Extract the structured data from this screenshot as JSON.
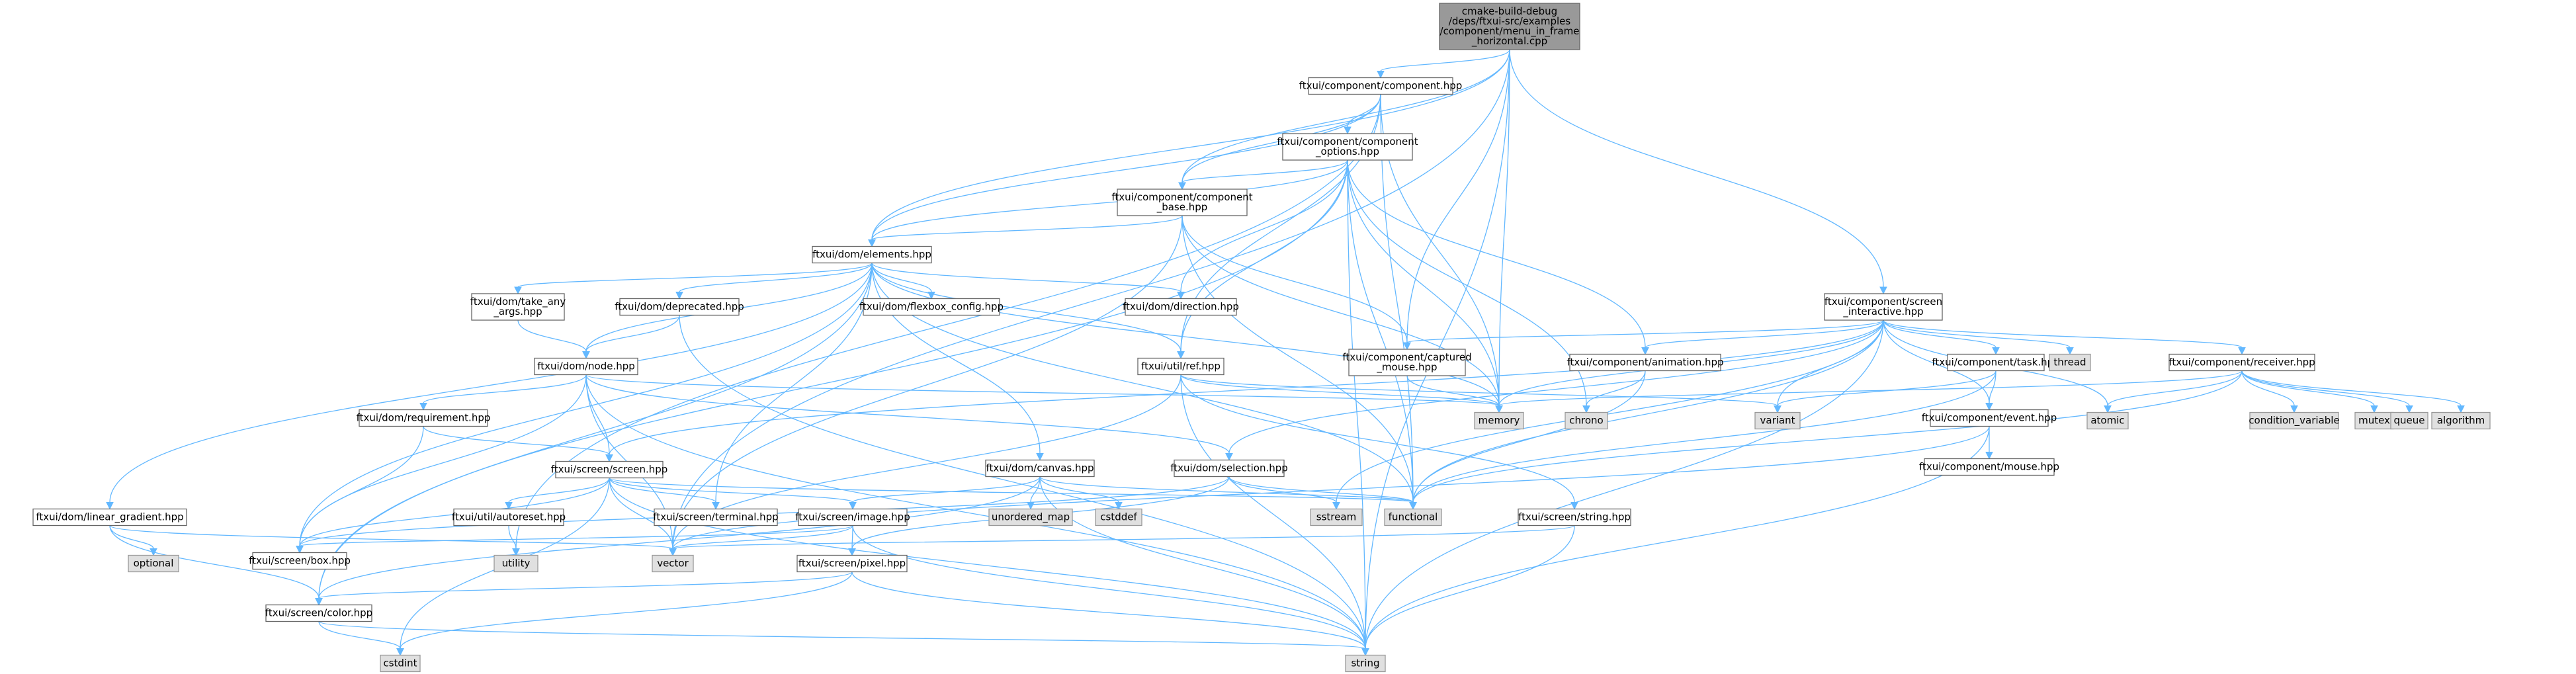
{
  "root_label": "cmake-build-debug/deps/ftxui-src/examples/component/menu_in_frame_horizontal.cpp",
  "colors": {
    "edge": "#63b8ff",
    "root_fill": "#999999",
    "system_fill": "#e0e0e0",
    "node_border": "#666666"
  },
  "nodes": [
    {
      "id": "root",
      "kind": "root",
      "lines": [
        "cmake-build-debug",
        "/deps/ftxui-src/examples",
        "/component/menu_in_frame",
        "_horizontal.cpp"
      ]
    },
    {
      "id": "component",
      "kind": "local",
      "lines": [
        "ftxui/component/component.hpp"
      ]
    },
    {
      "id": "component_options",
      "kind": "local",
      "lines": [
        "ftxui/component/component",
        "_options.hpp"
      ]
    },
    {
      "id": "component_base",
      "kind": "local",
      "lines": [
        "ftxui/component/component",
        "_base.hpp"
      ]
    },
    {
      "id": "elements",
      "kind": "local",
      "lines": [
        "ftxui/dom/elements.hpp"
      ]
    },
    {
      "id": "screen_interactive",
      "kind": "local",
      "lines": [
        "ftxui/component/screen",
        "_interactive.hpp"
      ]
    },
    {
      "id": "take_any_args",
      "kind": "local",
      "lines": [
        "ftxui/dom/take_any",
        "_args.hpp"
      ]
    },
    {
      "id": "deprecated",
      "kind": "local",
      "lines": [
        "ftxui/dom/deprecated.hpp"
      ]
    },
    {
      "id": "flexbox_config",
      "kind": "local",
      "lines": [
        "ftxui/dom/flexbox_config.hpp"
      ]
    },
    {
      "id": "direction",
      "kind": "local",
      "lines": [
        "ftxui/dom/direction.hpp"
      ]
    },
    {
      "id": "captured_mouse",
      "kind": "local",
      "lines": [
        "ftxui/component/captured",
        "_mouse.hpp"
      ]
    },
    {
      "id": "animation",
      "kind": "local",
      "lines": [
        "ftxui/component/animation.hpp"
      ]
    },
    {
      "id": "task",
      "kind": "local",
      "lines": [
        "ftxui/component/task.hpp"
      ]
    },
    {
      "id": "receiver",
      "kind": "local",
      "lines": [
        "ftxui/component/receiver.hpp"
      ]
    },
    {
      "id": "node",
      "kind": "local",
      "lines": [
        "ftxui/dom/node.hpp"
      ]
    },
    {
      "id": "ref",
      "kind": "local",
      "lines": [
        "ftxui/util/ref.hpp"
      ]
    },
    {
      "id": "requirement",
      "kind": "local",
      "lines": [
        "ftxui/dom/requirement.hpp"
      ]
    },
    {
      "id": "event",
      "kind": "local",
      "lines": [
        "ftxui/component/event.hpp"
      ]
    },
    {
      "id": "mouse",
      "kind": "local",
      "lines": [
        "ftxui/component/mouse.hpp"
      ]
    },
    {
      "id": "screen",
      "kind": "local",
      "lines": [
        "ftxui/screen/screen.hpp"
      ]
    },
    {
      "id": "canvas",
      "kind": "local",
      "lines": [
        "ftxui/dom/canvas.hpp"
      ]
    },
    {
      "id": "selection",
      "kind": "local",
      "lines": [
        "ftxui/dom/selection.hpp"
      ]
    },
    {
      "id": "linear_gradient",
      "kind": "local",
      "lines": [
        "ftxui/dom/linear_gradient.hpp"
      ]
    },
    {
      "id": "autoreset",
      "kind": "local",
      "lines": [
        "ftxui/util/autoreset.hpp"
      ]
    },
    {
      "id": "terminal",
      "kind": "local",
      "lines": [
        "ftxui/screen/terminal.hpp"
      ]
    },
    {
      "id": "image",
      "kind": "local",
      "lines": [
        "ftxui/screen/image.hpp"
      ]
    },
    {
      "id": "string_hpp",
      "kind": "local",
      "lines": [
        "ftxui/screen/string.hpp"
      ]
    },
    {
      "id": "box",
      "kind": "local",
      "lines": [
        "ftxui/screen/box.hpp"
      ]
    },
    {
      "id": "pixel",
      "kind": "local",
      "lines": [
        "ftxui/screen/pixel.hpp"
      ]
    },
    {
      "id": "color",
      "kind": "local",
      "lines": [
        "ftxui/screen/color.hpp"
      ]
    },
    {
      "id": "thread",
      "kind": "system",
      "lines": [
        "thread"
      ]
    },
    {
      "id": "memory",
      "kind": "system",
      "lines": [
        "memory"
      ]
    },
    {
      "id": "chrono",
      "kind": "system",
      "lines": [
        "chrono"
      ]
    },
    {
      "id": "variant",
      "kind": "system",
      "lines": [
        "variant"
      ]
    },
    {
      "id": "atomic",
      "kind": "system",
      "lines": [
        "atomic"
      ]
    },
    {
      "id": "condition_variable",
      "kind": "system",
      "lines": [
        "condition_variable"
      ]
    },
    {
      "id": "mutex",
      "kind": "system",
      "lines": [
        "mutex"
      ]
    },
    {
      "id": "queue",
      "kind": "system",
      "lines": [
        "queue"
      ]
    },
    {
      "id": "algorithm",
      "kind": "system",
      "lines": [
        "algorithm"
      ]
    },
    {
      "id": "unordered_map",
      "kind": "system",
      "lines": [
        "unordered_map"
      ]
    },
    {
      "id": "cstddef",
      "kind": "system",
      "lines": [
        "cstddef"
      ]
    },
    {
      "id": "sstream",
      "kind": "system",
      "lines": [
        "sstream"
      ]
    },
    {
      "id": "functional",
      "kind": "system",
      "lines": [
        "functional"
      ]
    },
    {
      "id": "optional",
      "kind": "system",
      "lines": [
        "optional"
      ]
    },
    {
      "id": "utility",
      "kind": "system",
      "lines": [
        "utility"
      ]
    },
    {
      "id": "vector",
      "kind": "system",
      "lines": [
        "vector"
      ]
    },
    {
      "id": "cstdint",
      "kind": "system",
      "lines": [
        "cstdint"
      ]
    },
    {
      "id": "string",
      "kind": "system",
      "lines": [
        "string"
      ]
    }
  ],
  "edges": [
    [
      "root",
      "component"
    ],
    [
      "root",
      "component_base"
    ],
    [
      "root",
      "elements"
    ],
    [
      "root",
      "screen_interactive"
    ],
    [
      "root",
      "captured_mouse"
    ],
    [
      "root",
      "memory"
    ],
    [
      "root",
      "vector"
    ],
    [
      "root",
      "string"
    ],
    [
      "component",
      "component_options"
    ],
    [
      "component",
      "component_base"
    ],
    [
      "component",
      "elements"
    ],
    [
      "component",
      "ref"
    ],
    [
      "component",
      "functional"
    ],
    [
      "component",
      "memory"
    ],
    [
      "component",
      "utility"
    ],
    [
      "component_options",
      "component_base"
    ],
    [
      "component_options",
      "elements"
    ],
    [
      "component_options",
      "direction"
    ],
    [
      "component_options",
      "animation"
    ],
    [
      "component_options",
      "ref"
    ],
    [
      "component_options",
      "functional"
    ],
    [
      "component_options",
      "chrono"
    ],
    [
      "component_options",
      "memory"
    ],
    [
      "component_options",
      "color"
    ],
    [
      "component_options",
      "string"
    ],
    [
      "component_base",
      "elements"
    ],
    [
      "component_base",
      "captured_mouse"
    ],
    [
      "component_base",
      "memory"
    ],
    [
      "component_base",
      "functional"
    ],
    [
      "component_base",
      "vector"
    ],
    [
      "elements",
      "take_any_args"
    ],
    [
      "elements",
      "deprecated"
    ],
    [
      "elements",
      "flexbox_config"
    ],
    [
      "elements",
      "direction"
    ],
    [
      "elements",
      "node"
    ],
    [
      "elements",
      "canvas"
    ],
    [
      "elements",
      "linear_gradient"
    ],
    [
      "elements",
      "box"
    ],
    [
      "elements",
      "color"
    ],
    [
      "elements",
      "terminal"
    ],
    [
      "elements",
      "ref"
    ],
    [
      "elements",
      "functional"
    ],
    [
      "elements",
      "memory"
    ],
    [
      "take_any_args",
      "node"
    ],
    [
      "deprecated",
      "node"
    ],
    [
      "deprecated",
      "string"
    ],
    [
      "node",
      "requirement"
    ],
    [
      "node",
      "selection"
    ],
    [
      "node",
      "screen"
    ],
    [
      "node",
      "box"
    ],
    [
      "node",
      "memory"
    ],
    [
      "node",
      "vector"
    ],
    [
      "node",
      "string"
    ],
    [
      "requirement",
      "screen"
    ],
    [
      "requirement",
      "box"
    ],
    [
      "screen",
      "autoreset"
    ],
    [
      "screen",
      "terminal"
    ],
    [
      "screen",
      "image"
    ],
    [
      "screen",
      "box"
    ],
    [
      "screen",
      "functional"
    ],
    [
      "screen",
      "string"
    ],
    [
      "screen",
      "vector"
    ],
    [
      "screen",
      "cstdint"
    ],
    [
      "autoreset",
      "utility"
    ],
    [
      "image",
      "pixel"
    ],
    [
      "image",
      "box"
    ],
    [
      "image",
      "string"
    ],
    [
      "image",
      "vector"
    ],
    [
      "pixel",
      "color"
    ],
    [
      "pixel",
      "string"
    ],
    [
      "pixel",
      "cstdint"
    ],
    [
      "color",
      "cstdint"
    ],
    [
      "color",
      "string"
    ],
    [
      "linear_gradient",
      "optional"
    ],
    [
      "linear_gradient",
      "color"
    ],
    [
      "linear_gradient",
      "vector"
    ],
    [
      "canvas",
      "unordered_map"
    ],
    [
      "canvas",
      "cstddef"
    ],
    [
      "canvas",
      "image"
    ],
    [
      "canvas",
      "color"
    ],
    [
      "canvas",
      "functional"
    ],
    [
      "canvas",
      "string"
    ],
    [
      "selection",
      "sstream"
    ],
    [
      "selection",
      "box"
    ],
    [
      "selection",
      "pixel"
    ],
    [
      "selection",
      "functional"
    ],
    [
      "ref",
      "string_hpp"
    ],
    [
      "ref",
      "memory"
    ],
    [
      "ref",
      "string"
    ],
    [
      "ref",
      "variant"
    ],
    [
      "ref",
      "vector"
    ],
    [
      "string_hpp",
      "string"
    ],
    [
      "string_hpp",
      "vector"
    ],
    [
      "captured_mouse",
      "memory"
    ],
    [
      "animation",
      "chrono"
    ],
    [
      "animation",
      "functional"
    ],
    [
      "screen_interactive",
      "captured_mouse"
    ],
    [
      "screen_interactive",
      "animation"
    ],
    [
      "screen_interactive",
      "task"
    ],
    [
      "screen_interactive",
      "receiver"
    ],
    [
      "screen_interactive",
      "event"
    ],
    [
      "screen_interactive",
      "thread"
    ],
    [
      "screen_interactive",
      "memory"
    ],
    [
      "screen_interactive",
      "variant"
    ],
    [
      "screen_interactive",
      "atomic"
    ],
    [
      "screen_interactive",
      "selection"
    ],
    [
      "screen_interactive",
      "screen"
    ],
    [
      "screen_interactive",
      "functional"
    ],
    [
      "screen_interactive",
      "string"
    ],
    [
      "screen_interactive",
      "sstream"
    ],
    [
      "task",
      "event"
    ],
    [
      "task",
      "variant"
    ],
    [
      "task",
      "functional"
    ],
    [
      "receiver",
      "memory"
    ],
    [
      "receiver",
      "atomic"
    ],
    [
      "receiver",
      "condition_variable"
    ],
    [
      "receiver",
      "mutex"
    ],
    [
      "receiver",
      "queue"
    ],
    [
      "receiver",
      "algorithm"
    ],
    [
      "receiver",
      "functional"
    ],
    [
      "event",
      "mouse"
    ],
    [
      "event",
      "string"
    ],
    [
      "event",
      "vector"
    ]
  ]
}
